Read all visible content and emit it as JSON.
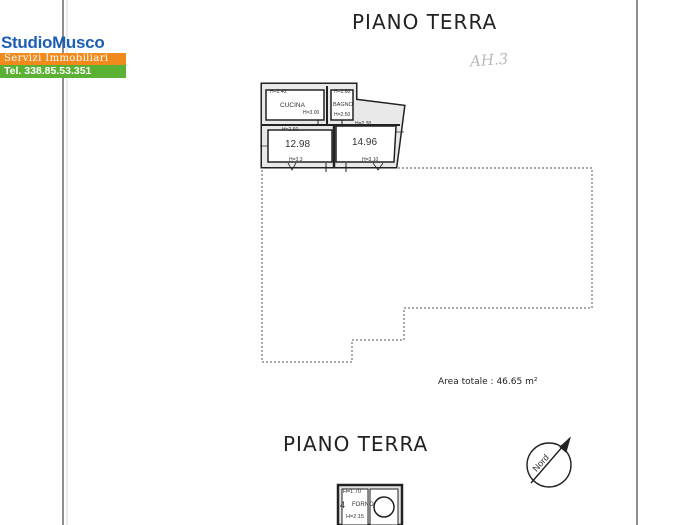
{
  "logo": {
    "name": "StudioMusco",
    "tagline": "Servizi Immobiliari",
    "phone": "Tel. 338.85.53.351"
  },
  "plan": {
    "title_top": "PIANO TERRA",
    "title_bottom": "PIANO TERRA",
    "handwritten_note": "AH.3",
    "area_total": "Area totale : 46.65 m²",
    "north_label": "Nord",
    "rooms": {
      "kitchen": {
        "name": "CUCINA",
        "height_top": "H=2.40",
        "height_bottom": "H=3.00"
      },
      "bathroom": {
        "name": "BAGNO",
        "height_top": "H=2.60",
        "height_bottom": "H=2.50"
      },
      "room_left": {
        "area": "12.98",
        "height_top": "H=2.60",
        "height_bottom": "H=3.3"
      },
      "room_right": {
        "area": "14.96",
        "height_top": "H=2.30",
        "height_bottom": "H=3.10"
      },
      "oven": {
        "name": "FORNO",
        "number": "4",
        "height_top": "H=1.70",
        "height_bottom": "H=2.15"
      }
    }
  }
}
